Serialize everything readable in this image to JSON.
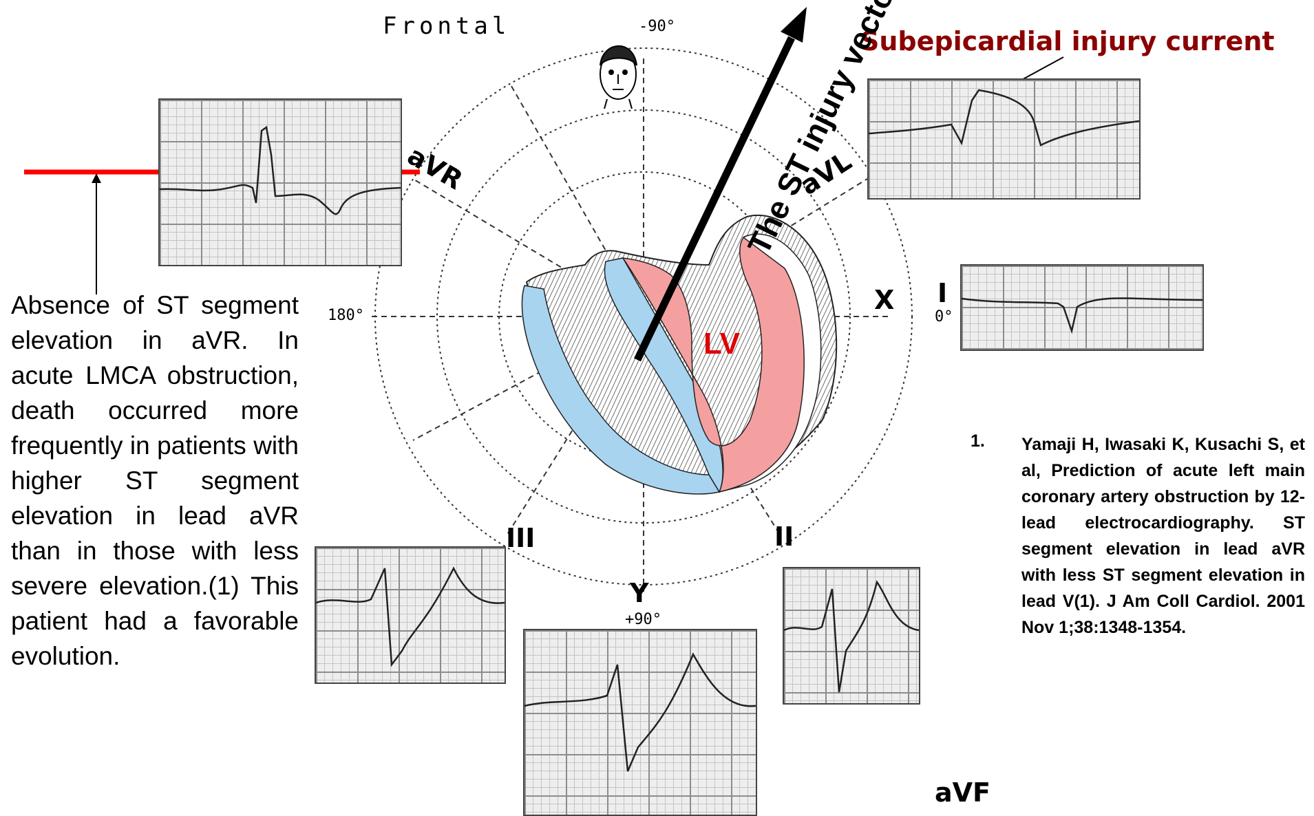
{
  "diagram": {
    "title": "Frontal",
    "annotation": "Subepicardial injury current",
    "vector_label": "The ST injury vector",
    "ventricle_label": "LV",
    "degree_labels": {
      "top": "-90°",
      "left": "180°",
      "right": "0°",
      "bottom": "+90°"
    },
    "axis_labels": {
      "x": "X",
      "y": "Y"
    },
    "leads": {
      "avr": "aVR",
      "avl": "aVL",
      "i": "I",
      "ii": "II",
      "iii": "III",
      "avf": "aVF"
    },
    "explanation": "Absence of ST segment elevation in aVR. In acute LMCA obstruction, death occurred more frequently in patients with higher ST segment elevation in lead aVR than in those with less severe elevation.(1) This patient had a favorable evolution.",
    "reference_number": "1.",
    "reference": "Yamaji H, Iwasaki K, Kusachi S, et al, Prediction of acute left main coronary artery obstruction by 12-lead electrocardiography. ST segment elevation in lead aVR with less ST segment elevation in lead V(1). J Am Coll Cardiol. 2001 Nov 1;38:1348-1354.",
    "colors": {
      "red_line": "#ff0000",
      "right_ventricle": "#a8d4f0",
      "left_ventricle": "#f4a0a0",
      "annotation": "#8b0000",
      "lv_text": "#e00000"
    },
    "icons": [
      "head-icon",
      "injury-vector-arrow",
      "heart-cross-section"
    ]
  }
}
